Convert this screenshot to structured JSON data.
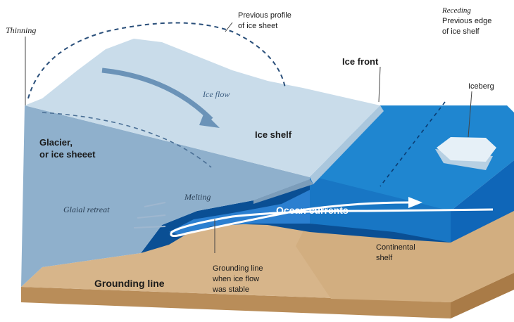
{
  "labels": {
    "thinning": "Thinning",
    "previous_profile_line1": "Previous profile",
    "previous_profile_line2": "of ice sheet",
    "receding": "Receding",
    "previous_edge_line1": "Previous edge",
    "previous_edge_line2": "of ice shelf",
    "ice_front": "Ice front",
    "iceberg": "Iceberg",
    "ice_flow": "Ice flow",
    "glacier_line1": "Glacier,",
    "glacier_line2": "or ice sheeet",
    "ice_shelf": "Ice shelf",
    "melting": "Melting",
    "glacial_retreat": "Glaial retreat",
    "ocean_currents": "Ocean currents",
    "continental_line1": "Continental",
    "continental_line2": "shelf",
    "grounding_line": "Grounding line",
    "stable_line1": "Grounding line",
    "stable_line2": "when ice flow",
    "stable_line3": "was stable"
  },
  "colors": {
    "ice_top": "#c9dcea",
    "ice_side": "#8fb0cc",
    "ice_front_face": "#aac7dd",
    "ocean_top": "#1f86d0",
    "ocean_side": "#0f66b8",
    "ocean_deep": "#0a4f94",
    "ground_top": "#d7b58a",
    "ground_side": "#c49a66",
    "dark_text": "#1a1a1a",
    "white_text": "#ffffff"
  }
}
